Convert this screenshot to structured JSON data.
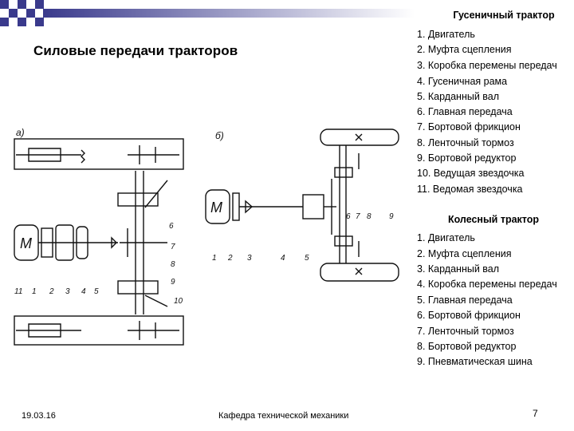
{
  "slide": {
    "title": "Силовые передачи тракторов"
  },
  "diagram_a": {
    "label": "а)",
    "callouts": [
      "11",
      "1",
      "2",
      "3",
      "4",
      "5",
      "6",
      "7",
      "8",
      "9",
      "10"
    ]
  },
  "diagram_b": {
    "label": "б)",
    "callouts": [
      "1",
      "2",
      "3",
      "4",
      "5",
      "6",
      "7",
      "8",
      "9"
    ]
  },
  "tracked": {
    "heading": "Гусеничный трактор",
    "items": [
      "1. Двигатель",
      "2. Муфта сцепления",
      "3.  Коробка перемены передач",
      "4. Гусеничная рама",
      "5. Карданный вал",
      "6. Главная передача",
      "7. Бортовой фрикцион",
      "8. Ленточный тормоз",
      "9. Бортовой редуктор",
      "10. Ведущая звездочка",
      "11. Ведомая звездочка"
    ]
  },
  "wheeled": {
    "heading": "Колесный трактор",
    "items": [
      "1. Двигатель",
      "2. Муфта сцепления",
      "3. Карданный вал",
      "4. Коробка перемены передач",
      "5. Главная передача",
      "6. Бортовой фрикцион",
      "7. Ленточный тормоз",
      "8. Бортовой редуктор",
      "9. Пневматическая шина"
    ]
  },
  "footer": {
    "date": "19.03.16",
    "department": "Кафедра технической механики",
    "page": "7"
  },
  "colors": {
    "checker_dark": "#3a3a8c",
    "checker_light": "#ffffff",
    "top_bar_gradient_start": "#3a3a8c",
    "top_bar_gradient_end": "#ffffff"
  }
}
